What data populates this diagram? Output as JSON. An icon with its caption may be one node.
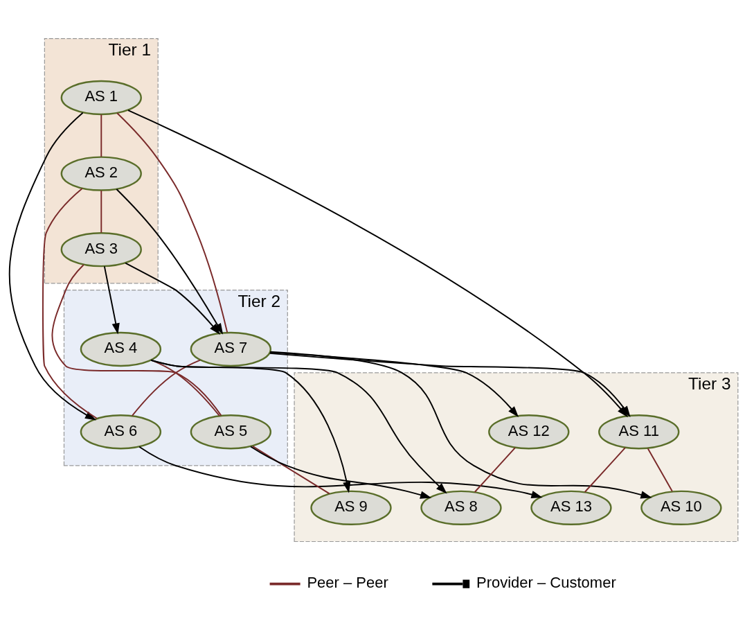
{
  "diagram": {
    "nodes": [
      {
        "text": [
          "Tier 1"
        ]
      },
      {
        "text": [
          "AS 1"
        ],
        "in": 0
      },
      {
        "text": [
          "AS 2"
        ],
        "in": 0
      },
      {
        "text": [
          "AS 3"
        ],
        "in": 0
      },
      {
        "text": [
          "Tier 2"
        ]
      },
      {
        "text": [
          "AS 7"
        ],
        "in": 4
      },
      {
        "text": [
          "AS 4"
        ],
        "in": 4
      },
      {
        "text": [
          "AS 6"
        ],
        "in": 4
      },
      {
        "text": [
          "AS 5"
        ],
        "in": 4
      },
      {
        "text": [
          "Tier 3"
        ]
      },
      {
        "text": [
          "AS 11"
        ],
        "in": 9
      },
      {
        "text": [
          "AS 10"
        ],
        "in": 9
      },
      {
        "text": [
          "AS 9"
        ],
        "in": 9
      },
      {
        "text": [
          "AS 13"
        ],
        "in": 9
      },
      {
        "text": [
          "AS 12"
        ],
        "in": 9
      },
      {
        "text": [
          "AS 8"
        ],
        "in": 9
      }
    ],
    "edges": [
      {
        "from": 1,
        "to": 2,
        "arrow": "none",
        "color": "#7a2a2a"
      },
      {
        "from": 2,
        "to": 3,
        "arrow": "none",
        "color": "#7a2a2a"
      },
      {
        "from": 2,
        "to": 7,
        "arrow": "none",
        "color": "#7a2a2a"
      },
      {
        "from": 1,
        "to": 5,
        "arrow": "none",
        "color": "#7a2a2a"
      },
      {
        "from": 5,
        "to": 7,
        "arrow": "none",
        "color": "#7a2a2a"
      },
      {
        "from": 3,
        "to": 8,
        "arrow": "none",
        "color": "#7a2a2a"
      },
      {
        "from": 6,
        "to": 8,
        "arrow": "none",
        "color": "#7a2a2a"
      },
      {
        "from": 8,
        "to": 12,
        "arrow": "none",
        "color": "#7a2a2a"
      },
      {
        "from": 10,
        "to": 11,
        "arrow": "none",
        "color": "#7a2a2a"
      },
      {
        "from": 10,
        "to": 13,
        "arrow": "none",
        "color": "#7a2a2a"
      },
      {
        "from": 14,
        "to": 15,
        "arrow": "none",
        "color": "#7a2a2a"
      },
      {
        "from": 2,
        "to": 5,
        "arrow": "to"
      },
      {
        "from": 3,
        "to": 5,
        "arrow": "to"
      },
      {
        "from": 3,
        "to": 6,
        "arrow": "to"
      },
      {
        "from": 1,
        "to": 7,
        "arrow": "to"
      },
      {
        "from": 1,
        "to": 10,
        "arrow": "to"
      },
      {
        "from": 5,
        "to": 10,
        "arrow": "to"
      },
      {
        "from": 5,
        "to": 14,
        "arrow": "to"
      },
      {
        "from": 5,
        "to": 11,
        "arrow": "to"
      },
      {
        "from": 7,
        "to": 13,
        "arrow": "to"
      },
      {
        "from": 6,
        "to": 15,
        "arrow": "to"
      },
      {
        "from": 6,
        "to": 12,
        "arrow": "to"
      },
      {
        "from": 8,
        "to": 15,
        "arrow": "to"
      }
    ],
    "legend": [
      {
        "text": "Peer – Peer"
      },
      {
        "text": "Provider – Customer"
      }
    ]
  }
}
